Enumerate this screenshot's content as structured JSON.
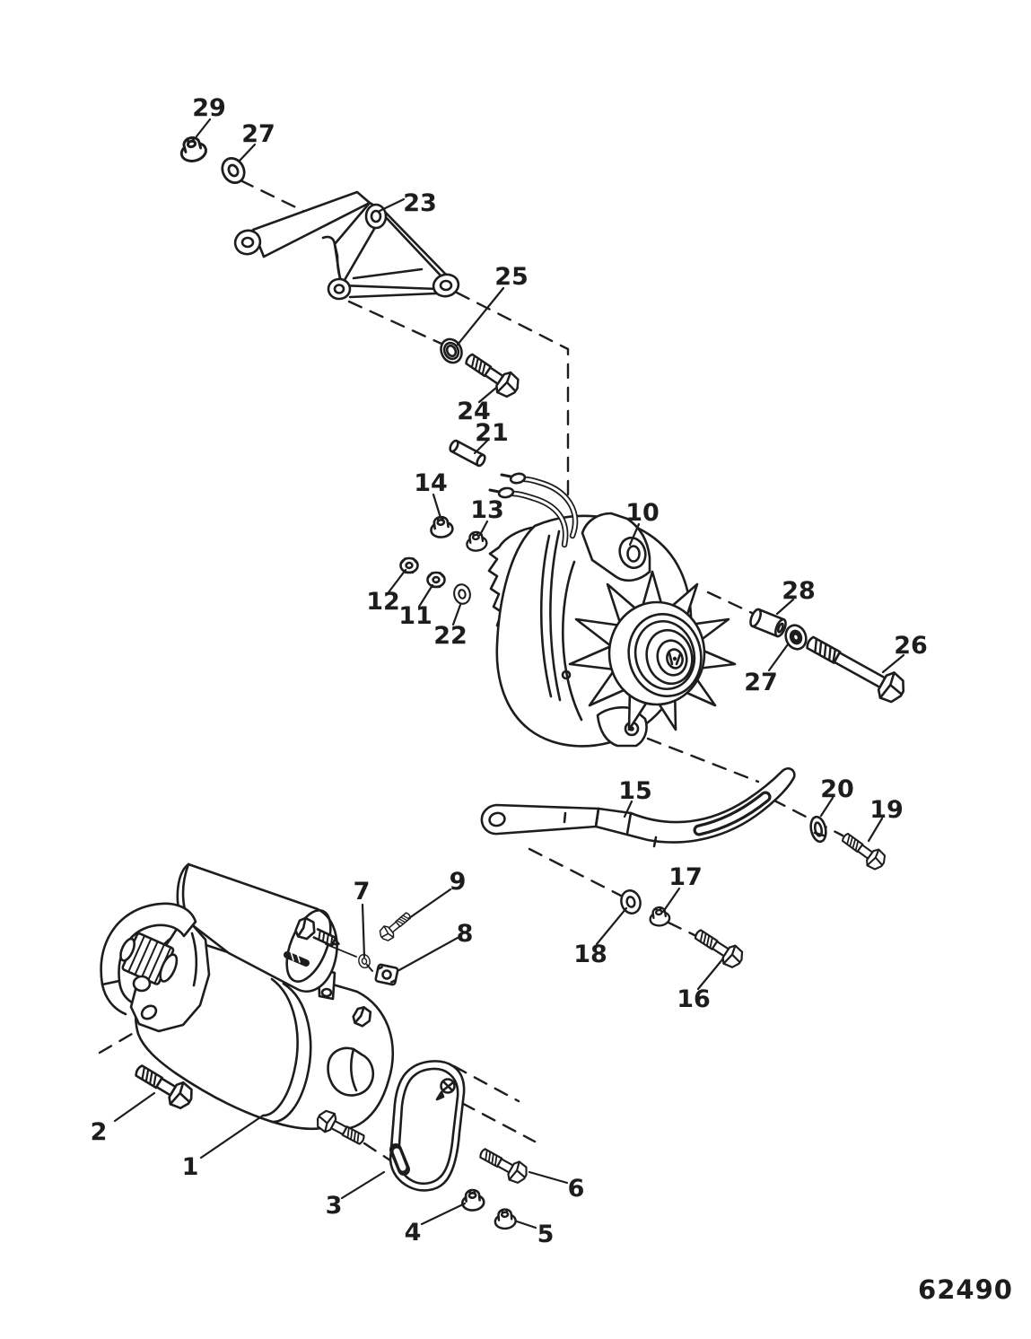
{
  "figure": {
    "drawing_number": "62490",
    "colors": {
      "line": "#1d1d1d",
      "background": "#ffffff"
    },
    "callouts": [
      {
        "label": "29"
      },
      {
        "label": "27"
      },
      {
        "label": "23"
      },
      {
        "label": "25"
      },
      {
        "label": "24"
      },
      {
        "label": "21"
      },
      {
        "label": "14"
      },
      {
        "label": "13"
      },
      {
        "label": "10"
      },
      {
        "label": "12"
      },
      {
        "label": "11"
      },
      {
        "label": "22"
      },
      {
        "label": "28"
      },
      {
        "label": "27"
      },
      {
        "label": "26"
      },
      {
        "label": "15"
      },
      {
        "label": "20"
      },
      {
        "label": "19"
      },
      {
        "label": "17"
      },
      {
        "label": "18"
      },
      {
        "label": "16"
      },
      {
        "label": "9"
      },
      {
        "label": "7"
      },
      {
        "label": "8"
      },
      {
        "label": "2"
      },
      {
        "label": "1"
      },
      {
        "label": "3"
      },
      {
        "label": "4"
      },
      {
        "label": "5"
      },
      {
        "label": "6"
      }
    ]
  }
}
